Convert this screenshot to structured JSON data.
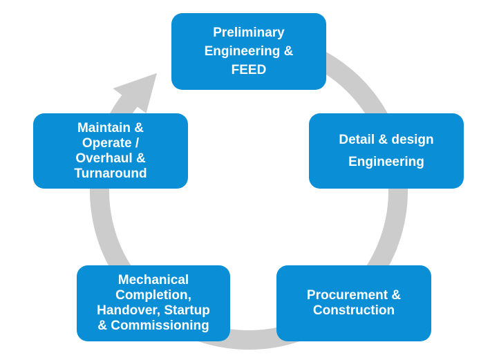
{
  "diagram": {
    "type": "cycle",
    "colors": {
      "box_fill": "#0a8fd6",
      "box_text": "#ffffff",
      "ring": "#cccccc",
      "background": "#ffffff"
    },
    "stages": [
      {
        "lines": [
          "Preliminary",
          "Engineering &",
          "FEED"
        ]
      },
      {
        "lines": [
          "Detail & design",
          "Engineering"
        ]
      },
      {
        "lines": [
          "Procurement &",
          "Construction"
        ]
      },
      {
        "lines": [
          "Mechanical",
          "Completion,",
          "Handover, Startup",
          "& Commissioning"
        ]
      },
      {
        "lines": [
          "Maintain &",
          "Operate /",
          "Overhaul &",
          "Turnaround"
        ]
      }
    ],
    "flow_direction": "clockwise",
    "arrow": {
      "icon": "arrow-head-icon",
      "points_to_stage": 0
    }
  }
}
